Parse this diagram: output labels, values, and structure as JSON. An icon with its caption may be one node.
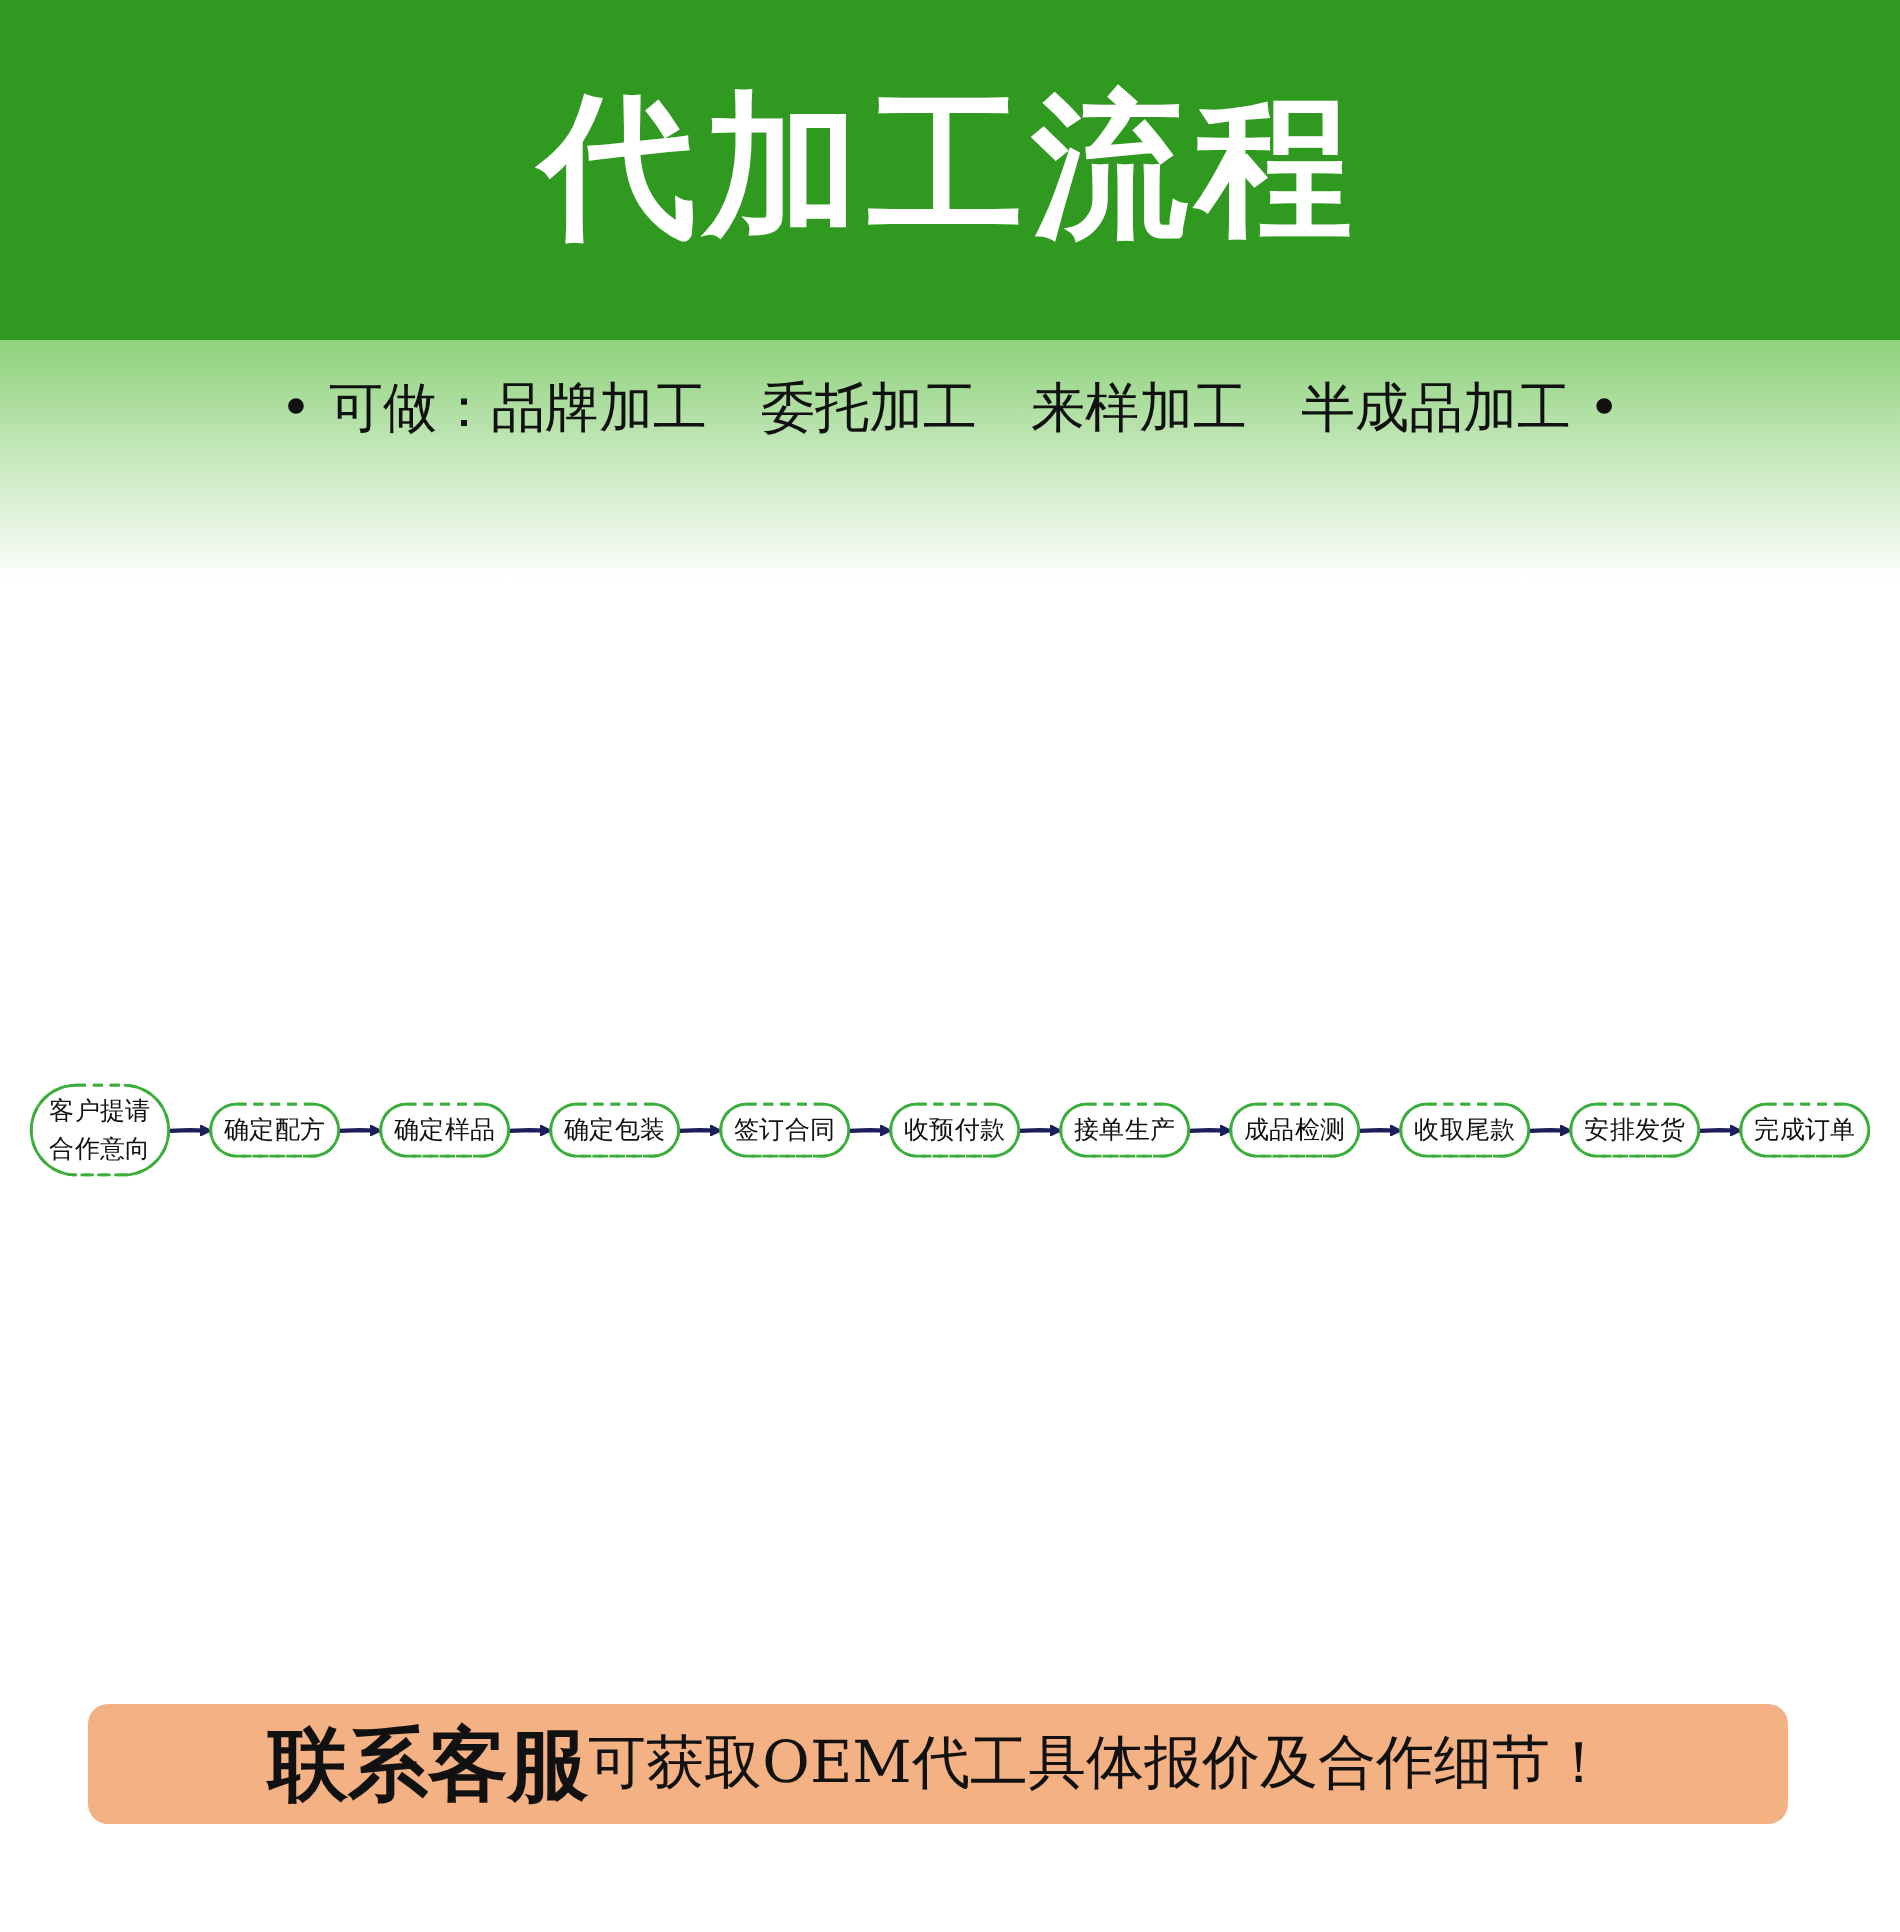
{
  "diagram": {
    "title": "代加工流程",
    "nodes": [
      {
        "text": [
          "客户提请合作意向"
        ]
      },
      {
        "text": [
          "确定配方"
        ]
      },
      {
        "text": [
          "确定样品"
        ]
      },
      {
        "text": [
          "确定包装"
        ]
      },
      {
        "text": [
          "签订合同"
        ]
      },
      {
        "text": [
          "收预付款"
        ]
      },
      {
        "text": [
          "接单生产"
        ]
      },
      {
        "text": [
          "成品检测"
        ]
      },
      {
        "text": [
          "收取尾款"
        ]
      },
      {
        "text": [
          "安排发货"
        ]
      },
      {
        "text": [
          "完成订单"
        ]
      }
    ],
    "edges": [
      {
        "from": 0,
        "to": 1,
        "arrow": "to"
      },
      {
        "from": 1,
        "to": 2,
        "arrow": "to"
      },
      {
        "from": 2,
        "to": 3,
        "arrow": "to"
      },
      {
        "from": 3,
        "to": 4,
        "arrow": "to"
      },
      {
        "from": 4,
        "to": 5,
        "arrow": "to"
      },
      {
        "from": 5,
        "to": 6,
        "arrow": "to"
      },
      {
        "from": 6,
        "to": 7,
        "arrow": "to"
      },
      {
        "from": 7,
        "to": 8,
        "arrow": "to"
      },
      {
        "from": 8,
        "to": 9,
        "arrow": "to"
      },
      {
        "from": 9,
        "to": 10,
        "arrow": "to"
      }
    ],
    "labels": [
      "• 可做：品牌加工　委托加工　来样加工　半成品加工 •",
      "联系客服",
      "可获取OEM代工具体报价及合作细节！"
    ]
  }
}
